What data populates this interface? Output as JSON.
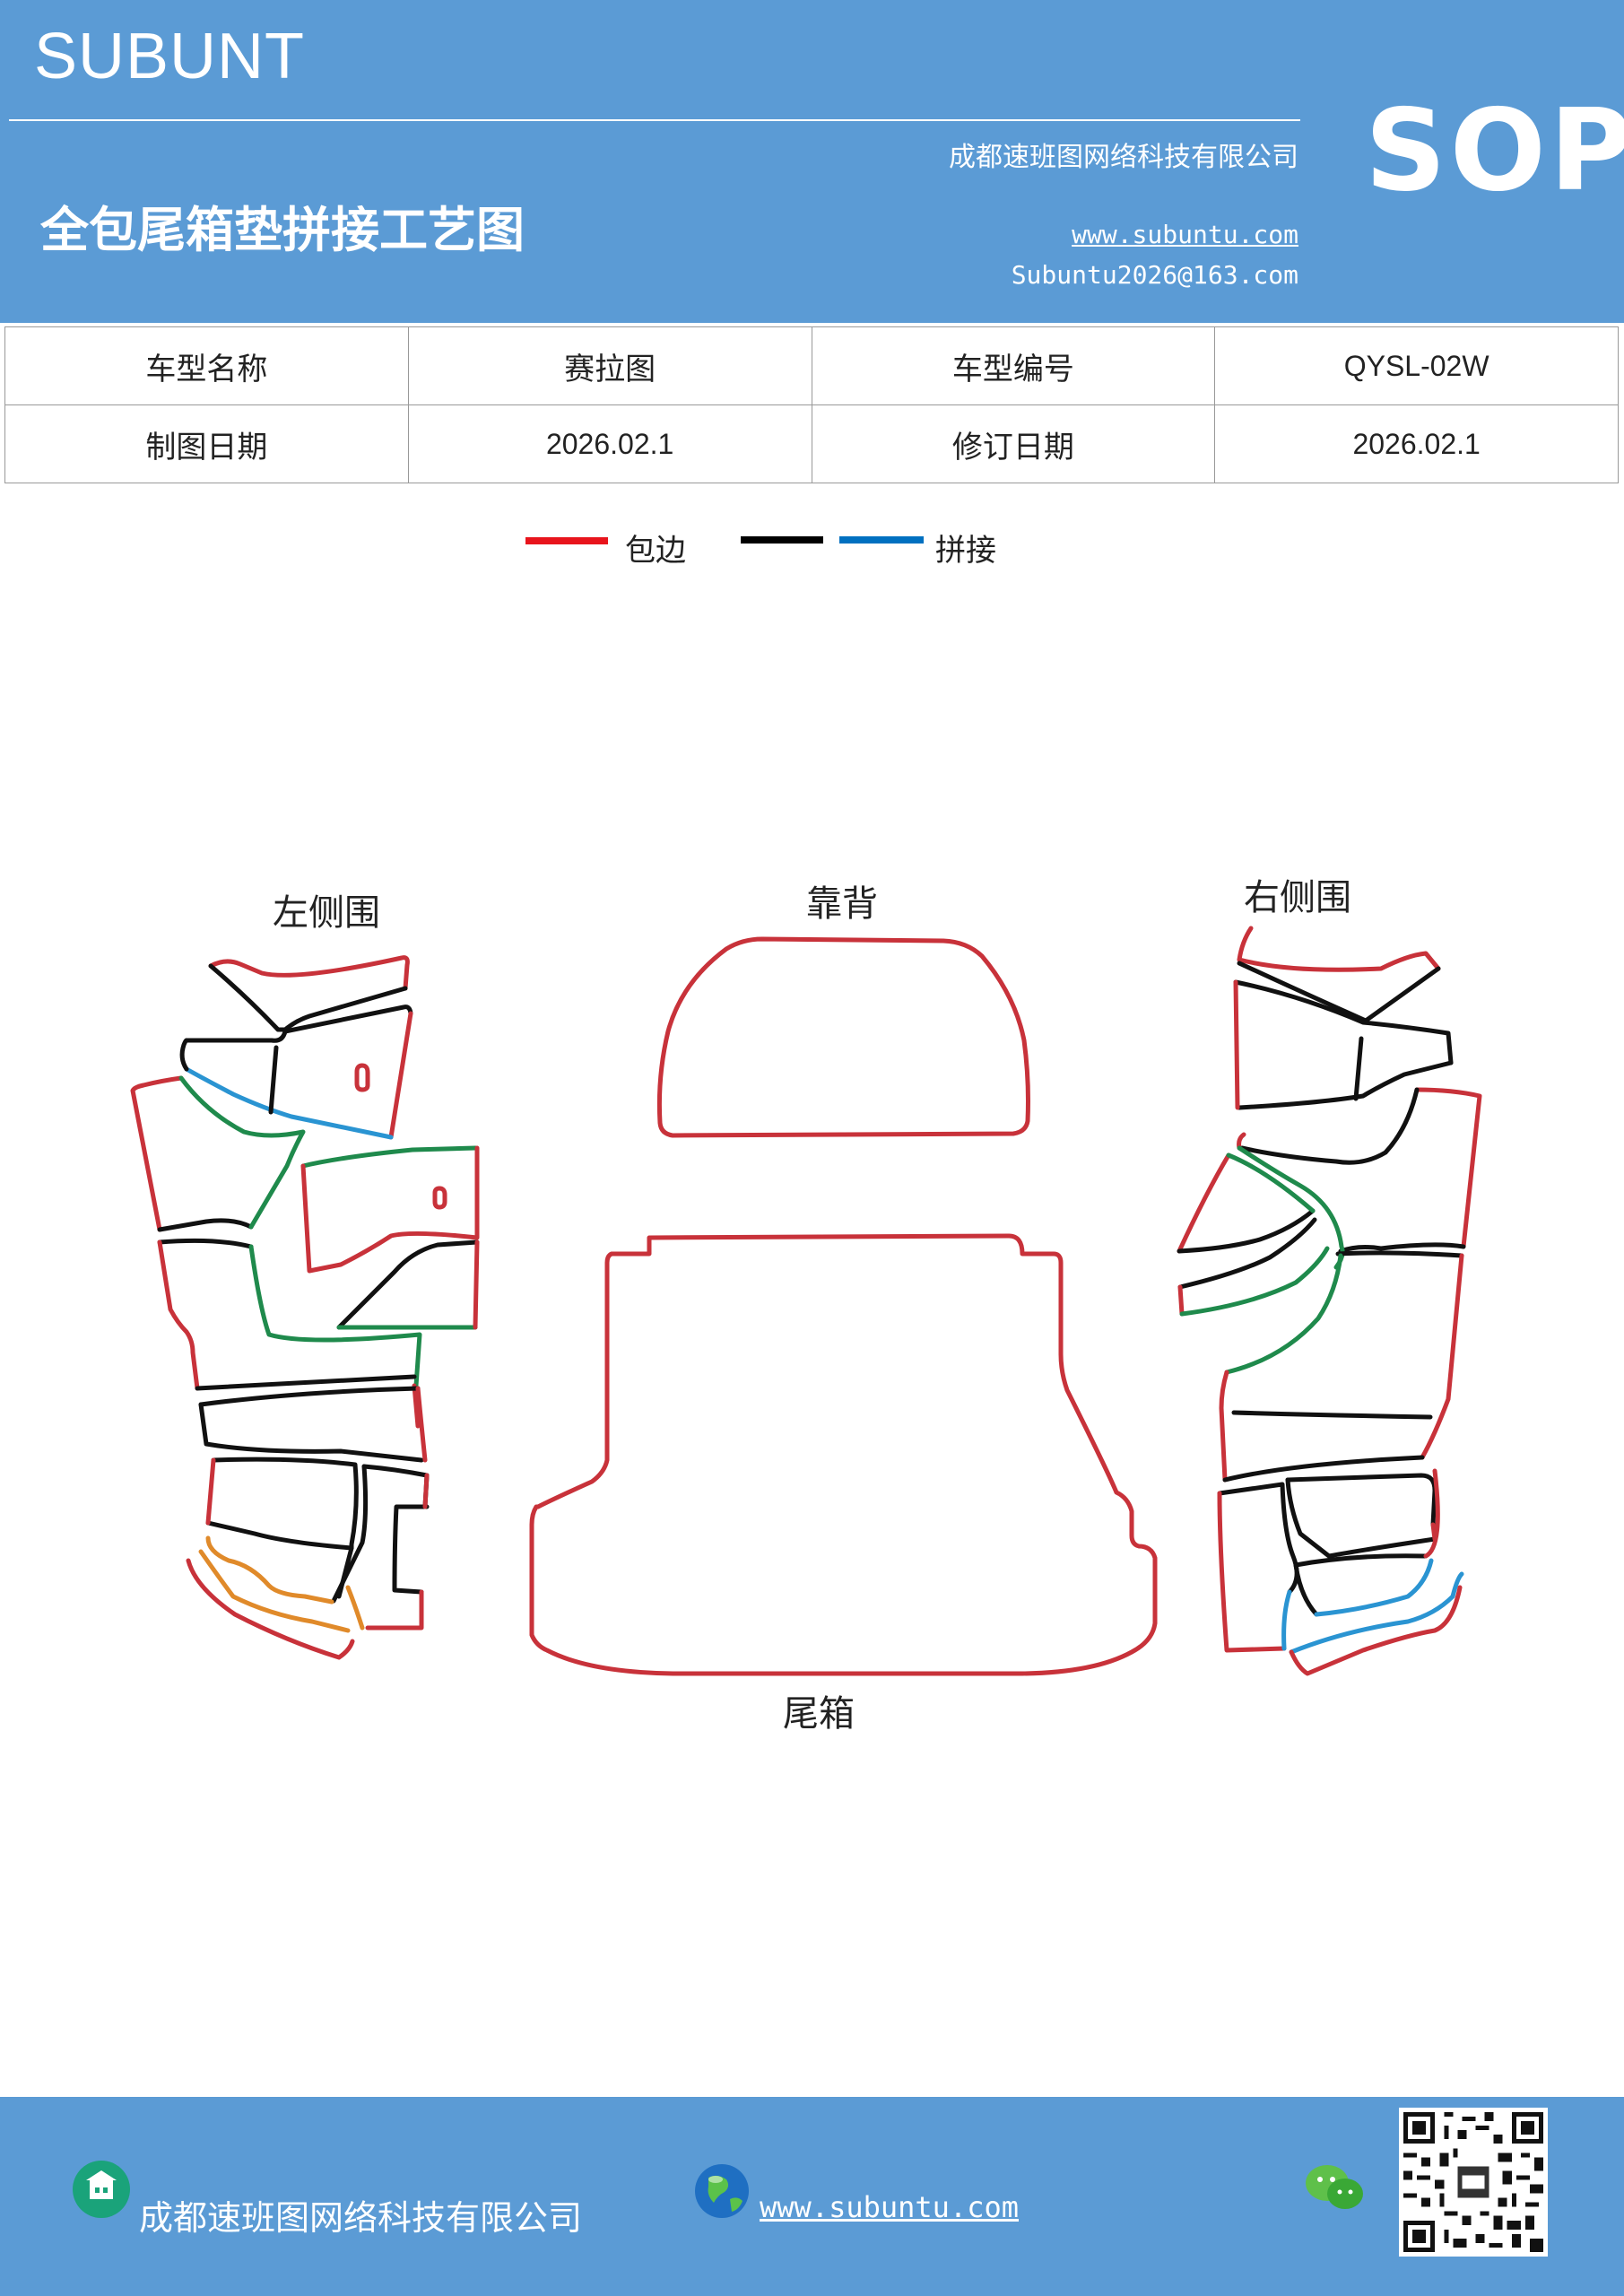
{
  "header": {
    "brand": "SUBUNT",
    "title": "全包尾箱垫拼接工艺图",
    "company": "成都速班图网络科技有限公司",
    "website": "www.subuntu.com",
    "email": "Subuntu2026@163.com",
    "badge": "SOP"
  },
  "info": {
    "row1": [
      "车型名称",
      "赛拉图",
      "车型编号",
      "QYSL-02W"
    ],
    "row2": [
      "制图日期",
      "2026.02.1",
      "修订日期",
      "2026.02.1"
    ]
  },
  "legend": {
    "edge_label": "包边",
    "splice_label": "拼接",
    "colors": {
      "edge": "#e8141c",
      "splice_black": "#000000",
      "splice_blue": "#0070c0"
    }
  },
  "panels": {
    "left_side": "左侧围",
    "backrest": "靠背",
    "right_side": "右侧围",
    "trunk": "尾箱"
  },
  "line_colors": {
    "red": "#c8323a",
    "black": "#111111",
    "blue": "#2a94d2",
    "green": "#1f8a4c",
    "orange": "#e08a2a"
  },
  "footer": {
    "company": "成都速班图网络科技有限公司",
    "website": "www.subuntu.com",
    "icons": [
      "building-icon",
      "globe-icon",
      "wechat-icon",
      "qr-code"
    ]
  }
}
